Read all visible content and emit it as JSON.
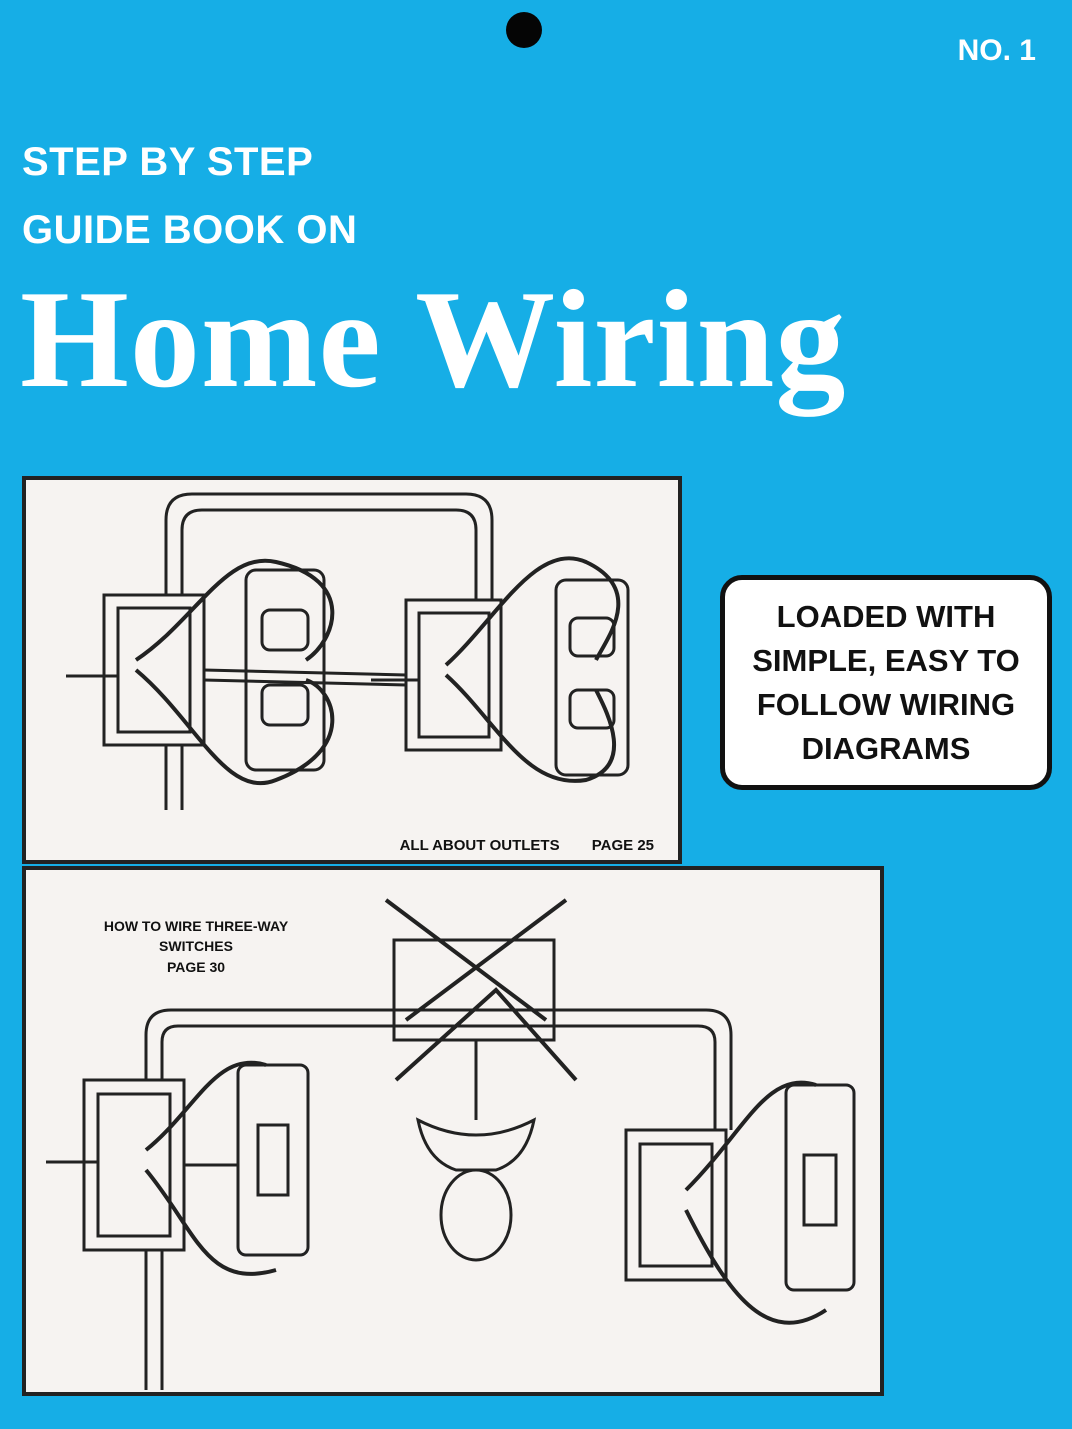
{
  "cover": {
    "issue_number": "NO. 1",
    "kicker_line1": "STEP BY STEP",
    "kicker_line2": "GUIDE BOOK ON",
    "title": "Home Wiring",
    "badge_text": "LOADED WITH SIMPLE, EASY TO FOLLOW WIRING DIAGRAMS",
    "background_color": "#16aee6"
  },
  "diagram_outlets": {
    "caption_title": "ALL ABOUT OUTLETS",
    "caption_page": "PAGE 25"
  },
  "diagram_three_way": {
    "caption_line1": "HOW TO WIRE THREE-WAY",
    "caption_line2": "SWITCHES",
    "caption_line3": "PAGE 30"
  }
}
